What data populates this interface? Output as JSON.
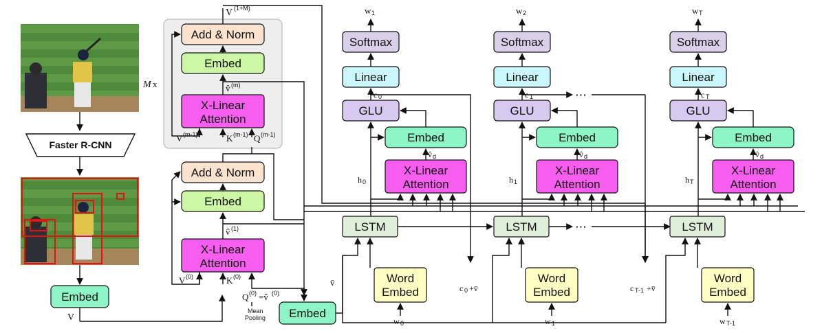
{
  "colors": {
    "add_norm": "#fbe3cf",
    "embed_green": "#cdf7a4",
    "xlinear": "#f75ef0",
    "embed_mint": "#8df5c6",
    "softmax": "#d9cfe8",
    "linear": "#cbf6fb",
    "glu": "#d8c9f0",
    "lstm": "#e0efd9",
    "word_embed": "#ffffc4",
    "stroke": "#111111",
    "detection_box": "#e81010",
    "stack_bg": "#eeeeee"
  },
  "left": {
    "detector_label": "Faster R-CNN",
    "embed_label": "Embed",
    "v_label": "V"
  },
  "encoder": {
    "multiplier": "M",
    "multiplier_suffix": "x",
    "top_output": "V",
    "top_output_sup": "(1+M)",
    "add_norm_label": "Add & Norm",
    "embed_label": "Embed",
    "xlinear_line1": "X-Linear",
    "xlinear_line2": "Attention",
    "block_m": {
      "vhat": "v̂",
      "vhat_sup": "(m)",
      "v_in": "V",
      "v_in_sup": "(m-1)",
      "k_in": "K",
      "k_in_sup": "(m-1)",
      "q_in": "Q",
      "q_in_sup": "(m-1)"
    },
    "block_1": {
      "vhat": "v̂",
      "vhat_sup": "(1)",
      "v_in": "V",
      "v_in_sup": "(0)",
      "k_in": "K",
      "k_in_sup": "(0)",
      "q_expr": "Q",
      "q_sup": "(0)",
      "q_eq": "=v̂",
      "q_eq_sup": "(0)"
    },
    "mean_pooling_line1": "Mean",
    "mean_pooling_line2": "Pooling",
    "embed_bottom_label": "Embed",
    "vbar": "v̄"
  },
  "decoder": {
    "softmax_label": "Softmax",
    "linear_label": "Linear",
    "glu_label": "GLU",
    "embed_label": "Embed",
    "xlinear_line1": "X-Linear",
    "xlinear_line2": "Attention",
    "lstm_label": "LSTM",
    "word_embed_line1": "Word",
    "word_embed_line2": "Embed",
    "vhat_d": "v̂",
    "vhat_d_sub": "d",
    "ellipsis": "⋯",
    "steps": [
      {
        "w_out": "w",
        "w_out_sub": "1",
        "c": "c",
        "c_sub": "0",
        "h": "h",
        "h_sub": "0",
        "w_in": "w",
        "w_in_sub": "0"
      },
      {
        "w_out": "w",
        "w_out_sub": "2",
        "c": "c",
        "c_sub": "1",
        "h": "h",
        "h_sub": "1",
        "w_in": "w",
        "w_in_sub": "1"
      },
      {
        "w_out": "w",
        "w_out_sub": "T",
        "c": "c",
        "c_sub": "T",
        "h": "h",
        "h_sub": "T",
        "w_in": "w",
        "w_in_sub": "T-1"
      }
    ],
    "sum_labels": [
      {
        "c": "c",
        "c_sub": "0",
        "plus": "+v̄"
      },
      {
        "c": "c",
        "c_sub": "T-1",
        "plus": "+v̄"
      }
    ]
  }
}
